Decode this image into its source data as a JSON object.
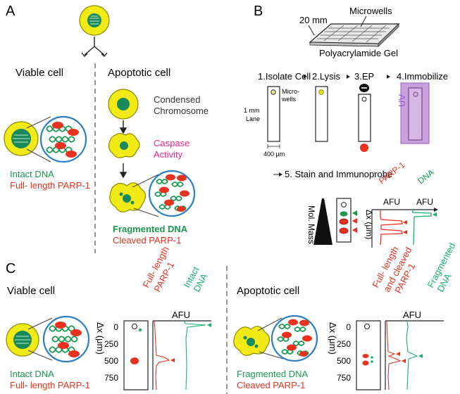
{
  "colors": {
    "cell_yellow": "#f2ea16",
    "cell_outline": "#8a8a00",
    "nucleus": "#1b8a5a",
    "dna_green": "#1a9850",
    "parp_red": "#e8321f",
    "zoom_blue": "#2b7fc1",
    "pink": "#ec2a8c",
    "uv_purple": "#9b59c6",
    "uv_fill": "#c9a0dc",
    "trace_green": "#18b26b",
    "dashed": "#666666"
  },
  "panelA": {
    "label": "A",
    "viable_title": "Viable cell",
    "apoptotic_title": "Apoptotic cell",
    "condensed_line1": "Condensed",
    "condensed_line2": "Chromosome",
    "caspase_line1": "Caspase",
    "caspase_line2": "Activity",
    "intact_dna": "Intact DNA",
    "full_length_parp": "Full- length PARP-1",
    "fragmented_dna": "Fragmented DNA",
    "cleaved_parp": "Cleaved PARP-1"
  },
  "panelB": {
    "label": "B",
    "gel_size": "20 mm",
    "microwells": "Microwells",
    "gel_name": "Polyacrylamide Gel",
    "steps": [
      "1.Isolate Cell",
      "2.Lysis",
      "3.EP",
      "4.Immobilize"
    ],
    "micro_label_1": "Micro-",
    "micro_label_2": "wells",
    "lane_line1": "1 mm",
    "lane_line2": "Lane",
    "width_label": "400 μm",
    "uv": "UV",
    "step5": "5. Stain and Immunoprobe",
    "parp_label": "PARP-1",
    "dna_label": "DNA",
    "afu_1": "AFU",
    "afu_2": "AFU",
    "dx_label": "Δx (μm)",
    "mol_mass": "Mol. Mass"
  },
  "panelC": {
    "label": "C",
    "viable_title": "Viable cell",
    "apoptotic_title": "Apoptotic cell",
    "v_parp_1": "Full- length",
    "v_parp_2": "PARP-1",
    "v_dna_1": "Intact",
    "v_dna_2": "DNA",
    "a_parp_1": "Full- length",
    "a_parp_2": "and cleaved",
    "a_parp_3": "PARP-1",
    "a_dna_1": "Fragmented",
    "a_dna_2": "DNA",
    "afu_v": "AFU",
    "afu_a": "AFU",
    "dx_v": "Δx (μm)",
    "dx_a": "Δx (μm)",
    "ticks_v": [
      "0",
      "250",
      "500",
      "750"
    ],
    "ticks_a": [
      "0",
      "250",
      "500",
      "750"
    ],
    "v_intact": "Intact DNA",
    "v_parp": "Full- length PARP-1",
    "a_frag": "Fragmented DNA",
    "a_cleaved": "Cleaved PARP-1"
  }
}
